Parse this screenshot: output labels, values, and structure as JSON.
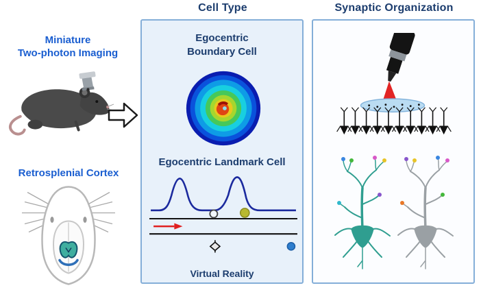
{
  "left_column": {
    "imaging_label": "Miniature\nTwo-photon Imaging",
    "cortex_label": "Retrosplenial Cortex"
  },
  "cell_type_panel": {
    "title": "Cell Type",
    "boundary_cell_label": "Egocentric\nBoundary Cell",
    "landmark_cell_label": "Egocentric Landmark Cell",
    "virtual_reality_label": "Virtual Reality"
  },
  "synaptic_panel": {
    "title": "Synaptic Organization"
  },
  "colors": {
    "label_blue": "#1a5ed0",
    "heading_navy": "#1c3d6e",
    "panel_border": "#84aed8",
    "panel_fill": "#e8f1fa",
    "trace_navy": "#1b2a9e",
    "direction_arrow_red": "#e02020",
    "beam_red": "#e22424",
    "teal_neuron": "#2f9e90",
    "gray_neuron": "#9aa0a4",
    "rsc_teal": "#3fae9f"
  }
}
